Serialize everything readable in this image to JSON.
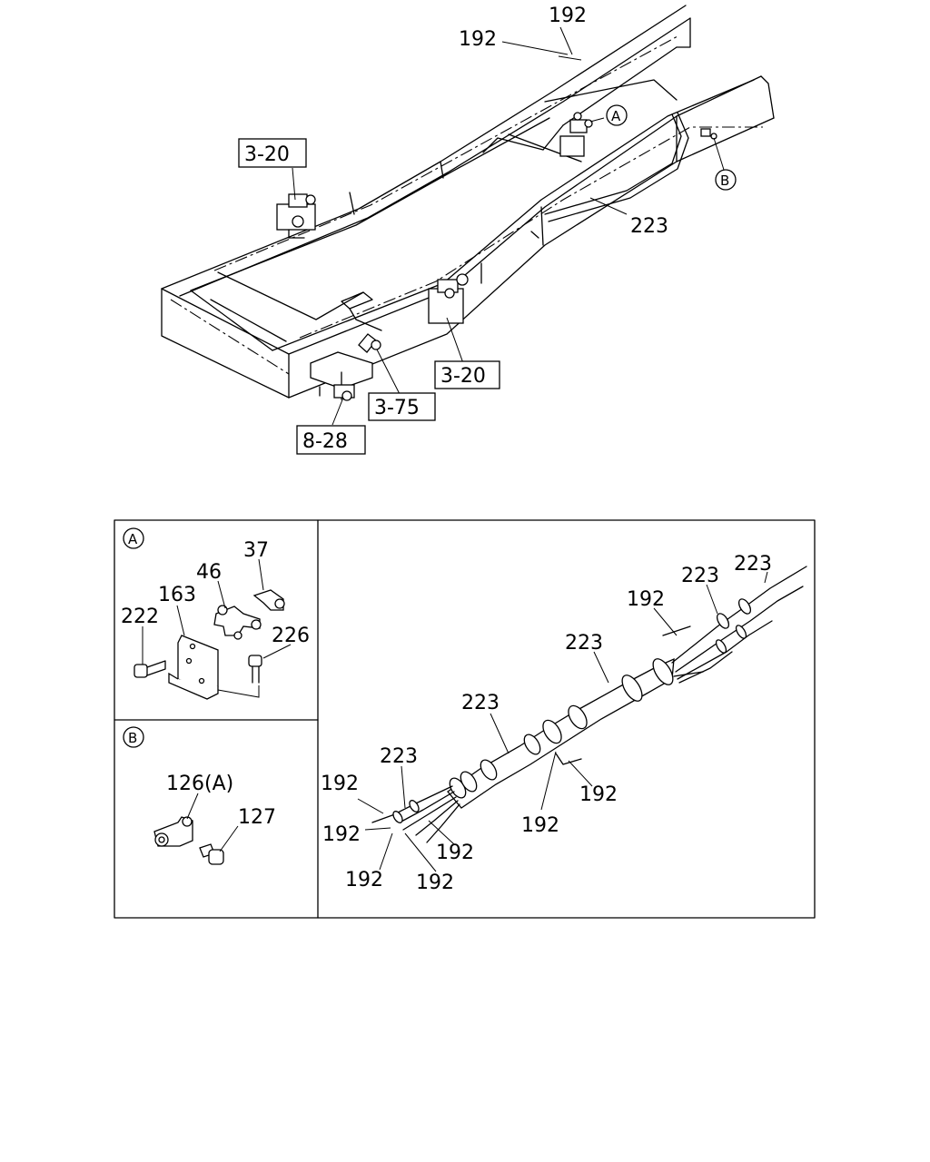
{
  "callouts": {
    "top_192_a": "192",
    "top_192_b": "192",
    "top_223": "223",
    "ref_3_20_left": "3-20",
    "ref_3_20_bottom": "3-20",
    "ref_3_75": "3-75",
    "ref_8_28": "8-28",
    "marker_a": "A",
    "marker_b": "B"
  },
  "detail_a": {
    "title": "A",
    "labels": {
      "p37": "37",
      "p46": "46",
      "p163": "163",
      "p222": "222",
      "p226": "226"
    }
  },
  "detail_b": {
    "title": "B",
    "labels": {
      "p126": "126(A)",
      "p127": "127"
    }
  },
  "harness": {
    "labels": {
      "l223_1": "223",
      "l223_2": "223",
      "l223_3": "223",
      "l223_4": "223",
      "l223_5": "223",
      "l192_1": "192",
      "l192_2": "192",
      "l192_3": "192",
      "l192_4": "192",
      "l192_5": "192",
      "l192_6": "192",
      "l192_7": "192",
      "l192_8": "192"
    }
  }
}
